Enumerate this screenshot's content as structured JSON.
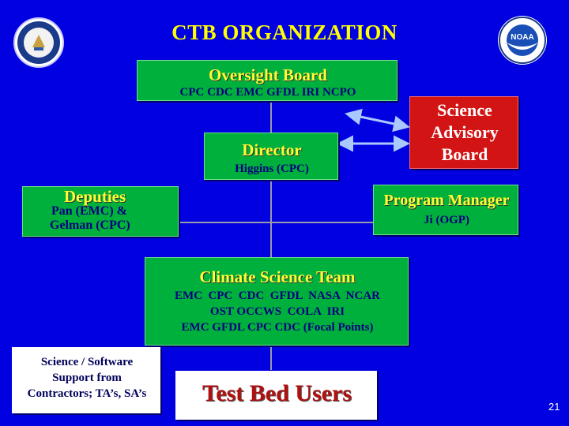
{
  "title": "CTB ORGANIZATION",
  "oversight": {
    "header": "Oversight Board",
    "members": "CPC CDC EMC GFDL IRI NCPO"
  },
  "director": {
    "header": "Director",
    "name": "Higgins (CPC)"
  },
  "science_advisory": {
    "line1": "Science",
    "line2": "Advisory",
    "line3": "Board"
  },
  "deputies": {
    "header": "Deputies",
    "line1": "Pan (EMC) &",
    "line2": "Gelman (CPC)"
  },
  "program_manager": {
    "header": "Program Manager",
    "name": "Ji (OGP)"
  },
  "climate_team": {
    "header": "Climate Science Team",
    "line1": "EMC  CPC  CDC  GFDL  NASA  NCAR",
    "line2": "OST OCCWS  COLA  IRI",
    "line3": "EMC GFDL CPC CDC (Focal Points)"
  },
  "support": {
    "line1": "Science / Software",
    "line2": "Support from",
    "line3": "Contractors; TA’s, SA’s"
  },
  "test_bed": "Test Bed Users",
  "slide_number": "21",
  "logo_right_text": "NOAA",
  "colors": {
    "background": "#0000e0",
    "box": "#00b03c",
    "science_board": "#d21414",
    "title": "#ffff00"
  }
}
